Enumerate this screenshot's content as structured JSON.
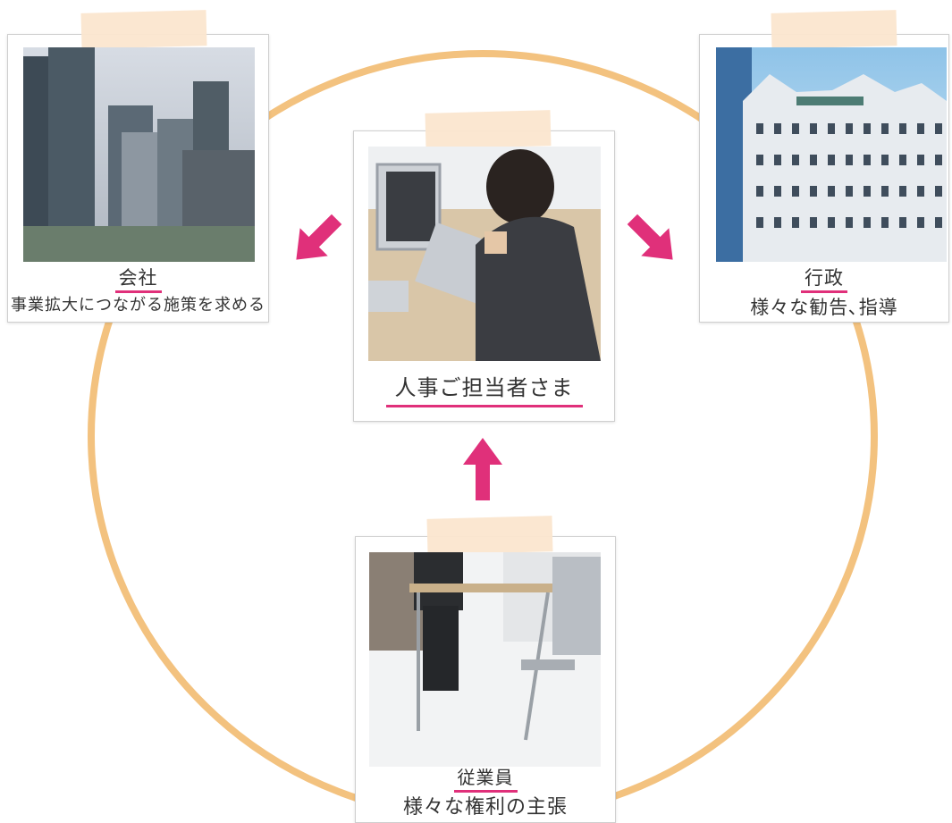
{
  "theme": {
    "ring": "#f3c27f",
    "accent": "#e0307a",
    "tape": "#fbe6cf"
  },
  "center": {
    "title": "人事ご担当者さま"
  },
  "company": {
    "title": "会社",
    "subtitle": "事業拡大につながる施策を求める"
  },
  "government": {
    "title": "行政",
    "subtitle": "様々な勧告､指導"
  },
  "employee": {
    "title": "従業員",
    "subtitle": "様々な権利の主張"
  },
  "icons": [
    "pink-arrow-icon"
  ]
}
